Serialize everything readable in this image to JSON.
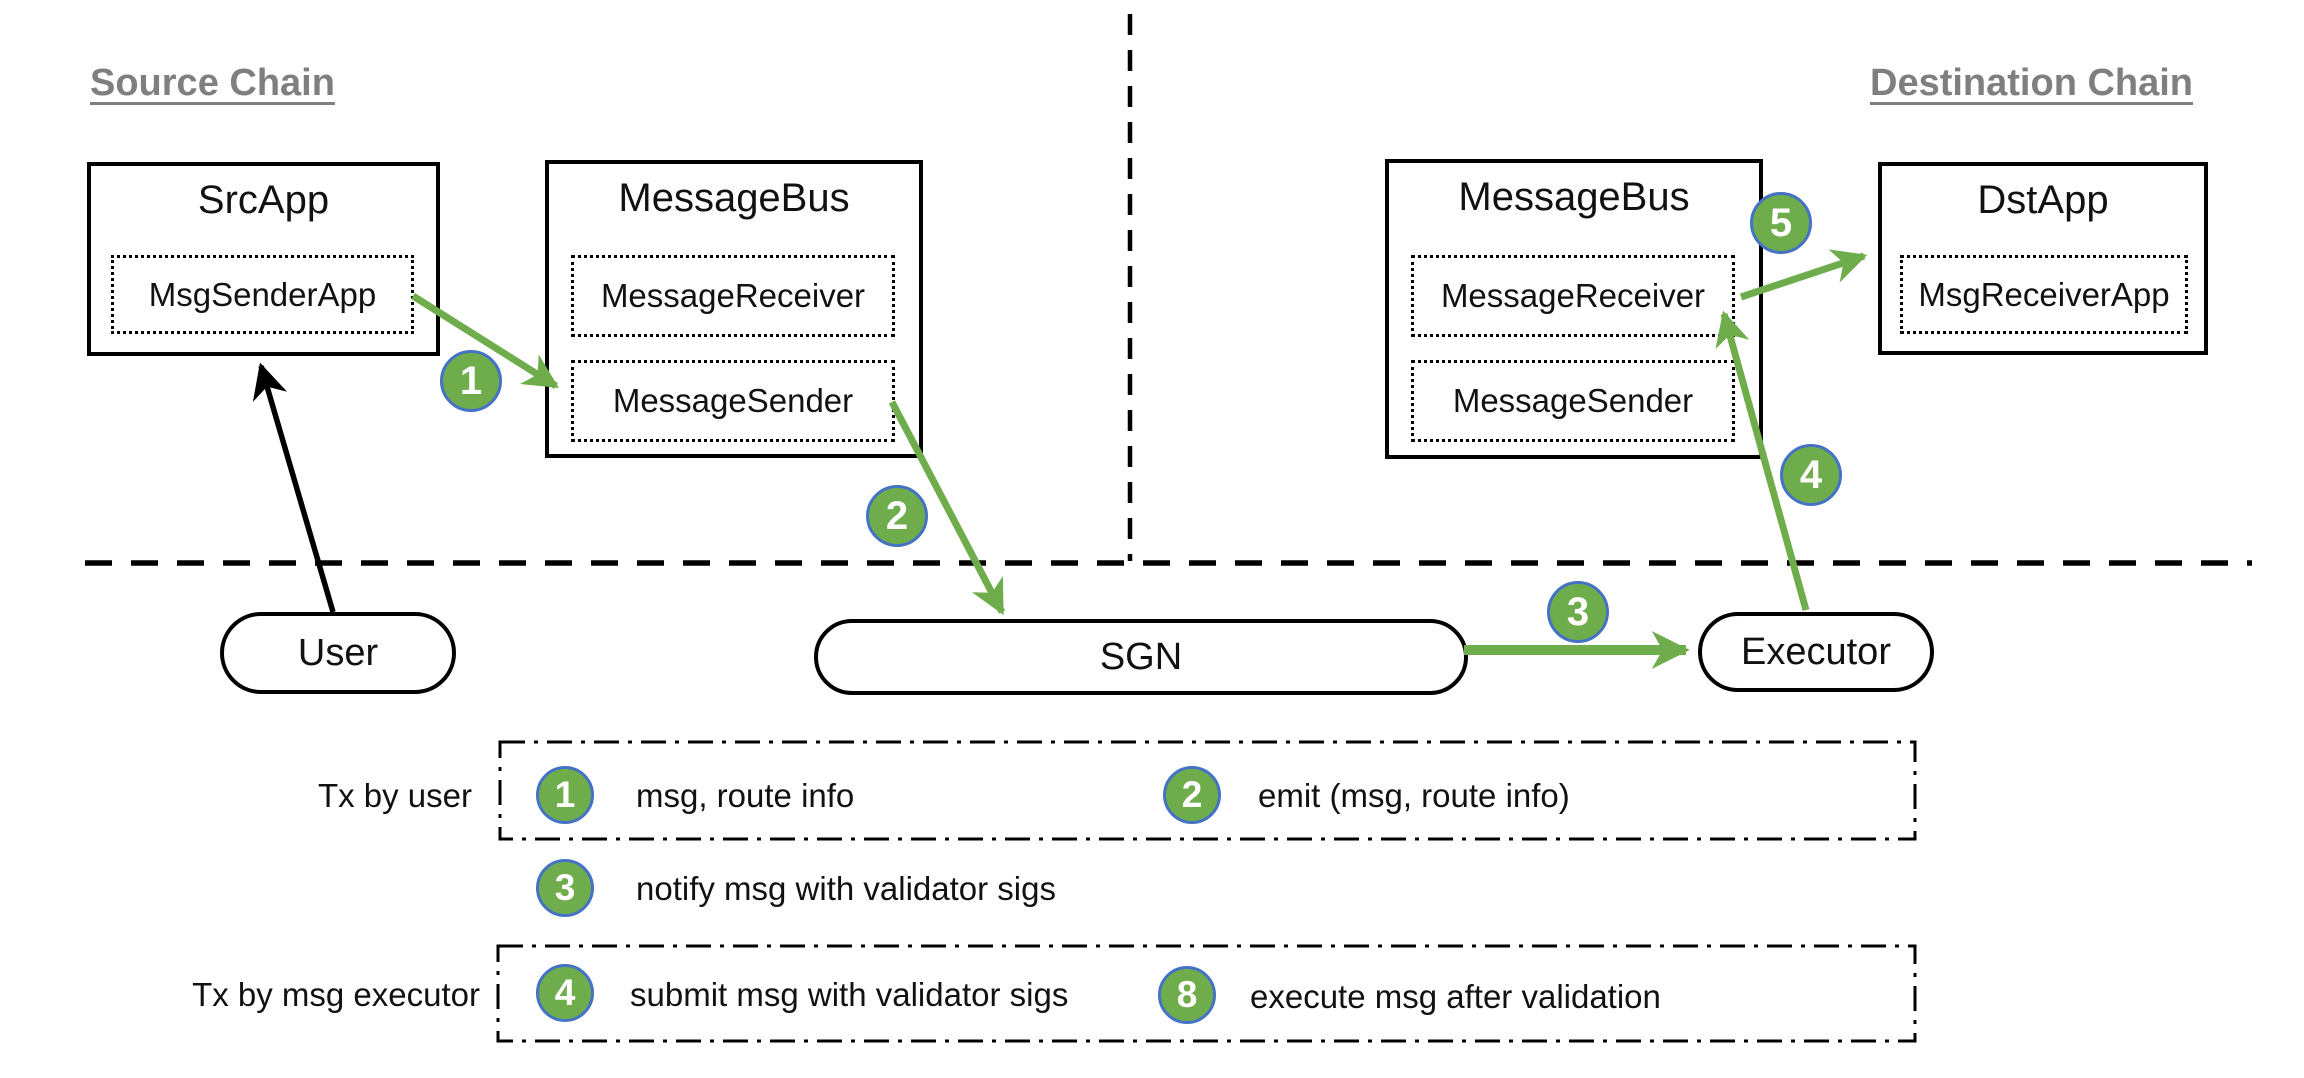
{
  "headings": {
    "source": "Source Chain",
    "destination": "Destination Chain"
  },
  "boxes": {
    "src_app": {
      "title": "SrcApp",
      "inner": "MsgSenderApp"
    },
    "message_bus_src": {
      "title": "MessageBus",
      "receiver": "MessageReceiver",
      "sender": "MessageSender"
    },
    "message_bus_dst": {
      "title": "MessageBus",
      "receiver": "MessageReceiver",
      "sender": "MessageSender"
    },
    "dst_app": {
      "title": "DstApp",
      "inner": "MsgReceiverApp"
    }
  },
  "nodes": {
    "user": "User",
    "sgn": "SGN",
    "executor": "Executor"
  },
  "steps": {
    "s1": "1",
    "s2": "2",
    "s3": "3",
    "s4": "4",
    "s5": "5"
  },
  "legend": {
    "row1_label": "Tx by user",
    "row3_label": "Tx by msg executor",
    "items": [
      {
        "num": "1",
        "text": "msg, route info"
      },
      {
        "num": "2",
        "text": "emit (msg, route info)"
      },
      {
        "num": "3",
        "text": "notify msg with validator sigs"
      },
      {
        "num": "4",
        "text": "submit msg with validator sigs"
      },
      {
        "num": "8",
        "text": "execute msg after validation"
      }
    ]
  },
  "colors": {
    "green": "#6fad4c",
    "badge_border": "#4472c4",
    "heading_gray": "#7f7f7f"
  }
}
